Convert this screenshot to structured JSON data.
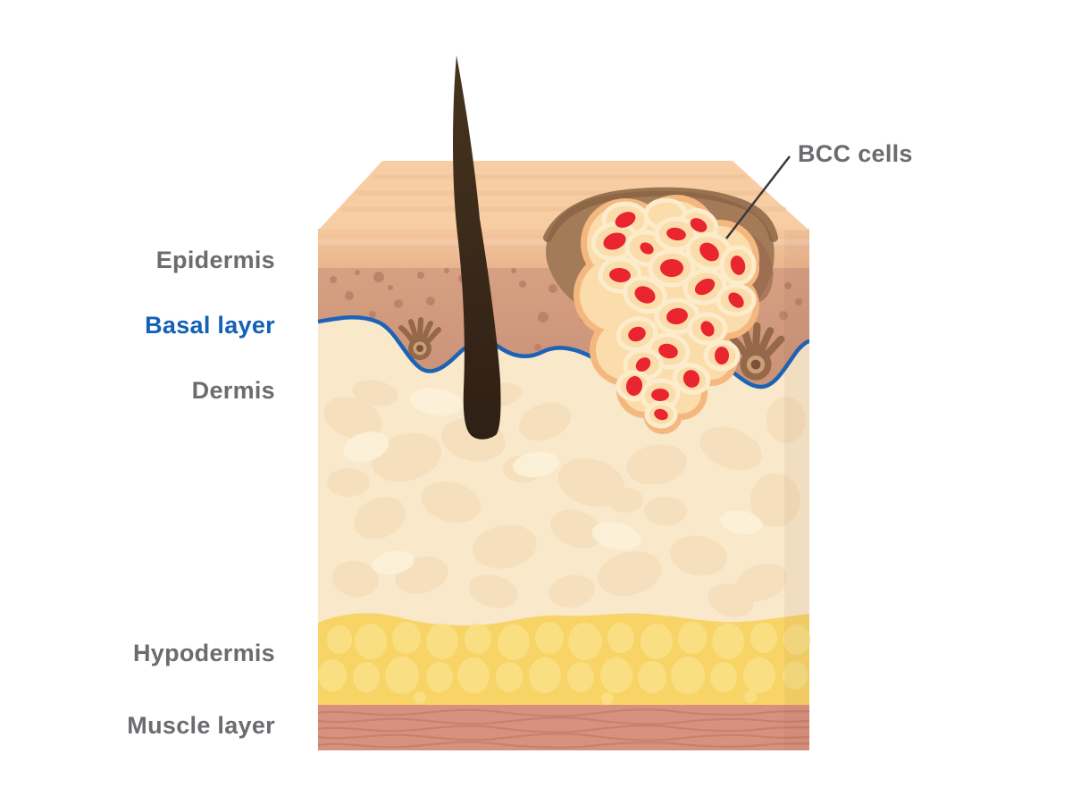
{
  "figure": {
    "type": "medical-diagram",
    "subject": "Skin cross-section showing basal cell carcinoma (BCC) tumor growing from the basal layer"
  },
  "labels": {
    "epidermis": "Epidermis",
    "basal_layer": "Basal layer",
    "dermis": "Dermis",
    "hypodermis": "Hypodermis",
    "muscle_layer": "Muscle layer",
    "bcc_cells": "BCC cells"
  },
  "colors": {
    "background": "#ffffff",
    "label_gray": "#6b6c6f",
    "label_blue": "#1261b6",
    "basal_line": "#1c63b7",
    "top_face": "#f7cda3",
    "top_face_stripe": "#eebd92",
    "epidermis_light": "#f5c89f",
    "epidermis_light2": "#e9b38c",
    "epidermis_tan": "#d7a083",
    "epidermis_tan2": "#c68e73",
    "dot_tan": "#b8816a",
    "dermis": "#f9e8ca",
    "dermis_blob": "#f3d7b2",
    "dermis_blob_light": "#fdf3dd",
    "hypodermis": "#f8d466",
    "hypodermis_cell": "#fae184",
    "muscle": "#d8917e",
    "muscle_line": "#c5806e",
    "hair_dark": "#47331f",
    "hair_darker": "#2f2015",
    "crater": "#a47b58",
    "crater_rim": "#8a6444",
    "crater_shadow": "#9a6a50",
    "tumor_border": "#f4b87e",
    "tumor_fill": "#fbdcab",
    "cell_ring": "#fdeccb",
    "nucleus": "#e92530",
    "melanocyte": "#96684a",
    "melanocyte_ring": "#c9a077",
    "melanocyte_hole": "#7b5138",
    "leader": "#3a3a3a"
  }
}
